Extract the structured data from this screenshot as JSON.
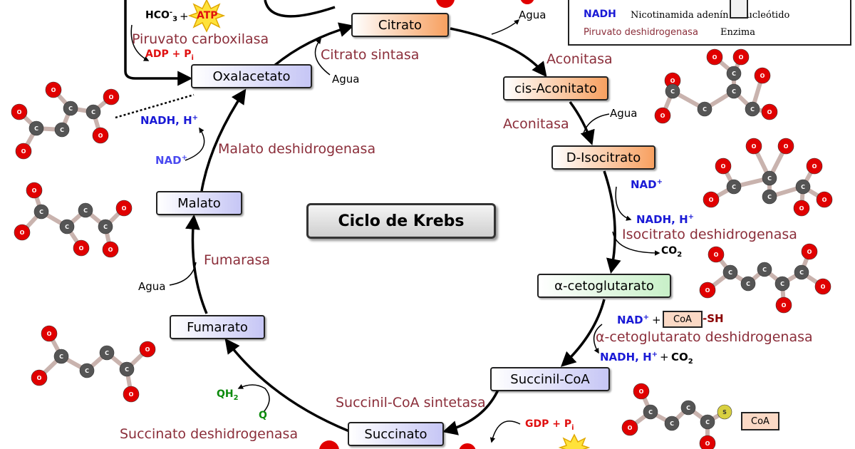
{
  "title": "Ciclo de Krebs",
  "nodes": {
    "citrato": "Citrato",
    "cis_aconitato": "cis-Aconitato",
    "isocitrato": "D-Isocitrato",
    "cetoglutarato": "α-cetoglutarato",
    "succinil_coa": "Succinil-CoA",
    "succinato": "Succinato",
    "fumarato": "Fumarato",
    "malato": "Malato",
    "oxalacetato": "Oxalacetato"
  },
  "enzymes": {
    "citrato_sintasa": "Citrato sintasa",
    "aconitasa_1": "Aconitasa",
    "aconitasa_2": "Aconitasa",
    "isocitrato_dh": "Isocitrato deshidrogenasa",
    "cetoglutarato_dh": "α-cetoglutarato deshidrogenasa",
    "succinil_coa_sintetasa": "Succinil-CoA sintetasa",
    "succinato_dh": "Succinato deshidrogenasa",
    "fumarasa": "Fumarasa",
    "malato_dh": "Malato deshidrogenasa",
    "piruvato_carboxilasa": "Piruvato carboxilasa"
  },
  "labels": {
    "agua_citrato": "Agua",
    "agua_oxal": "Agua",
    "agua_cis": "Agua",
    "agua_fumarasa": "Agua",
    "nad_iso": "NAD",
    "nadh_iso": "NADH, H",
    "co2_iso": "CO",
    "nad_ceto": "NAD",
    "sh_ceto": "-SH",
    "nadh_ceto": "NADH, H",
    "co2_ceto": "CO",
    "gdp": "GDP + P",
    "q": "Q",
    "qh2": "QH",
    "nadh_malato": "NADH, H",
    "nad_malato": "NAD",
    "hco3": "HCO",
    "atp": "ATP",
    "adp": "ADP + P",
    "coa": "CoA",
    "coa_mol": "CoA",
    "plus": "+",
    "sup_plus": "+",
    "sub_2": "2",
    "sub_3": "3",
    "sub_i": "i",
    "sup_minus": "-"
  },
  "legend": {
    "nadh_abbr": "NADH",
    "nadh_desc": "Nicotinamida adenín dinucleótido",
    "enzyme_example": "Piruvato deshidrogenasa",
    "enzyme_desc": "Enzima"
  },
  "colors": {
    "enzyme": "#8b2e3a",
    "cofactor_blue": "#1a1ad6",
    "energy_red": "#e01010",
    "quinone_green": "#0c8a0c",
    "oxygen_atom": "#e00000",
    "carbon_atom": "#555555",
    "sulfur_atom": "#d8d040"
  },
  "atoms": {
    "o": "O",
    "c": "C",
    "s": "S"
  }
}
